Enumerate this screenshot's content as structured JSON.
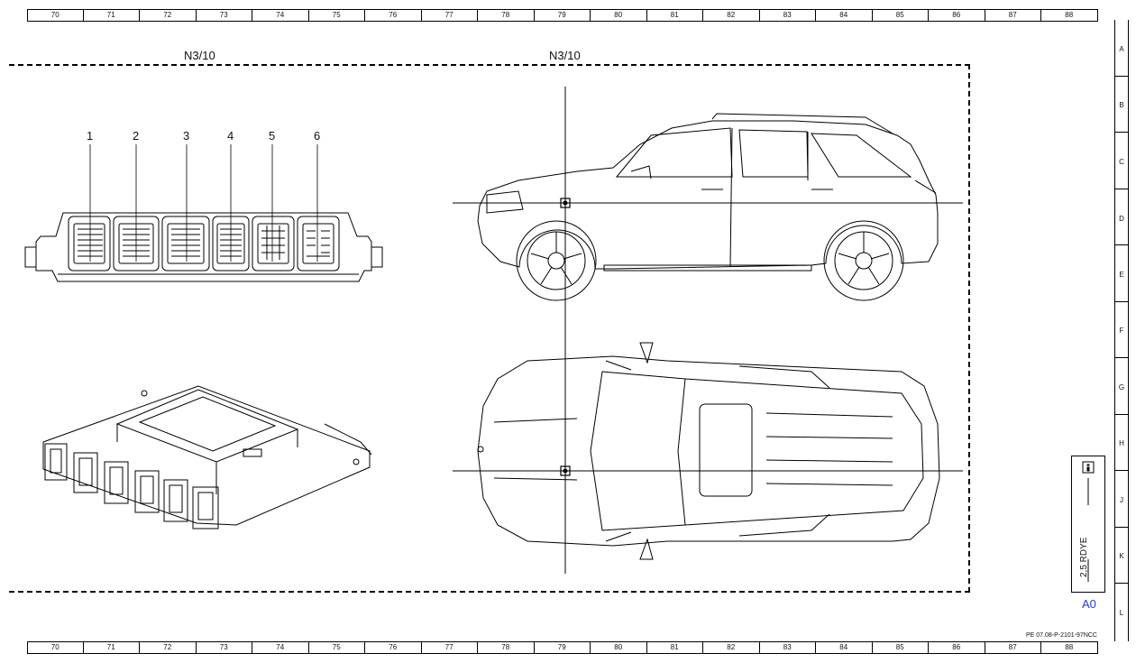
{
  "grid": {
    "columns": [
      "70",
      "71",
      "72",
      "73",
      "74",
      "75",
      "76",
      "77",
      "78",
      "79",
      "80",
      "81",
      "82",
      "83",
      "84",
      "85",
      "86",
      "87",
      "88"
    ],
    "rows": [
      "A",
      "B",
      "C",
      "D",
      "E",
      "F",
      "G",
      "H",
      "J",
      "K",
      "L"
    ]
  },
  "diagram": {
    "component_label_left": "N3/10",
    "component_label_right": "N3/10",
    "connector_numbers": [
      "1",
      "2",
      "3",
      "4",
      "5",
      "6"
    ]
  },
  "legend": {
    "icon": "info-icon",
    "wire": "2,5 RDYE",
    "code": "A0"
  },
  "document_ref": "PE 07.08-P-2101-97NCC"
}
